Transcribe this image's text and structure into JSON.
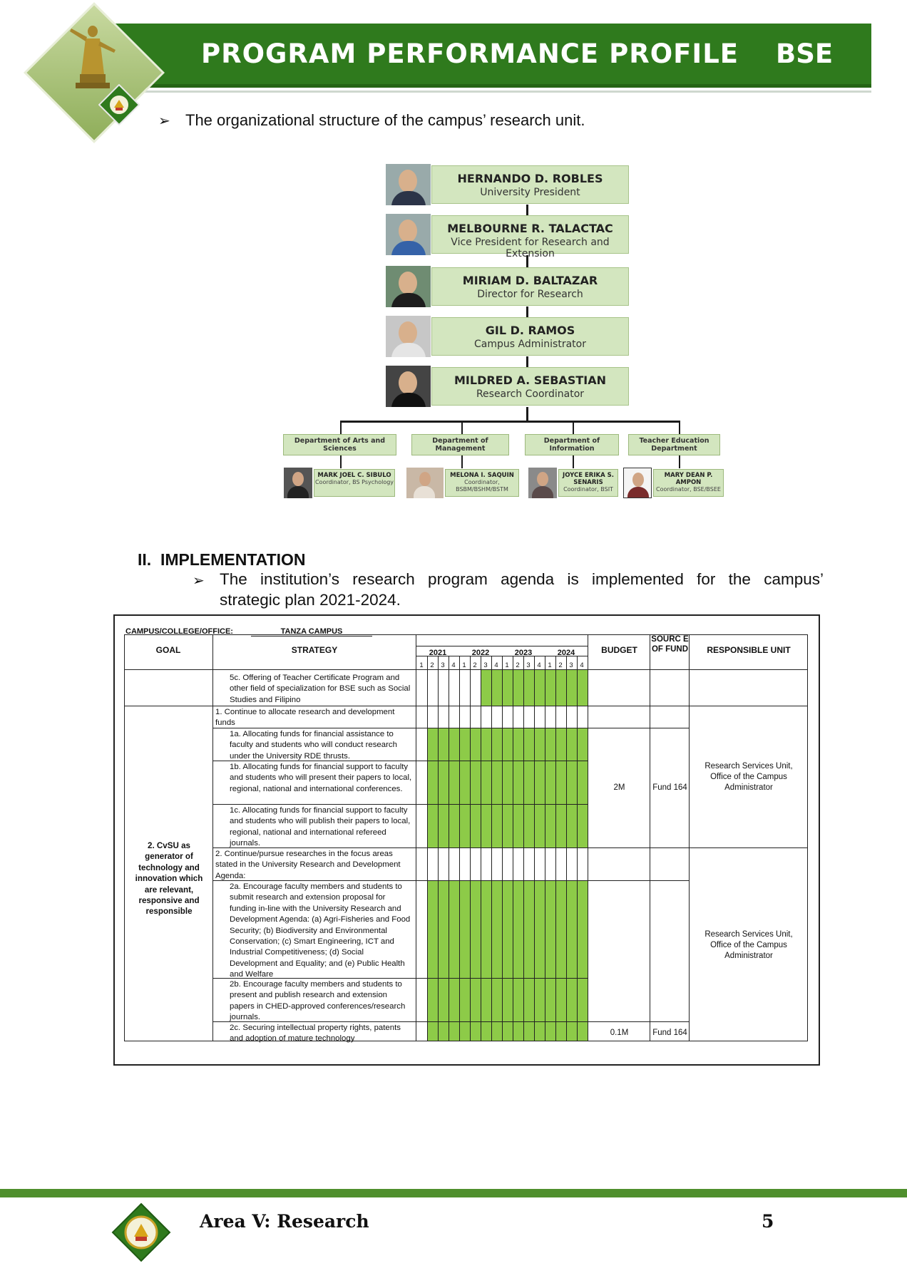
{
  "header": {
    "title": "PROGRAM PERFORMANCE PROFILE",
    "code": "BSE"
  },
  "intro_bullet": "The organizational structure of the campus’ research unit.",
  "org_chart": {
    "people": [
      {
        "name": "HERNANDO D. ROBLES",
        "role": "University President"
      },
      {
        "name": "MELBOURNE R. TALACTAC",
        "role": "Vice President for Research and Extension"
      },
      {
        "name": "MIRIAM D. BALTAZAR",
        "role": "Director for Research"
      },
      {
        "name": "GIL D. RAMOS",
        "role": "Campus Administrator"
      },
      {
        "name": "MILDRED A. SEBASTIAN",
        "role": "Research Coordinator"
      }
    ],
    "departments": [
      {
        "name": "Department of Arts and Sciences",
        "coordinator": "MARK JOEL C. SIBULO",
        "coord_role": "Coordinator, BS Psychology"
      },
      {
        "name": "Department of Management",
        "coordinator": "MELONA I. SAQUIN",
        "coord_role": "Coordinator, BSBM/BSHM/BSTM"
      },
      {
        "name": "Department of Information",
        "coordinator": "JOYCE ERIKA S. SENARIS",
        "coord_role": "Coordinator, BSIT"
      },
      {
        "name": "Teacher Education Department",
        "coordinator": "MARY DEAN P. AMPON",
        "coord_role": "Coordinator, BSE/BSEE"
      }
    ]
  },
  "implementation": {
    "numeral": "II.",
    "heading": "IMPLEMENTATION",
    "text_line1": "The institution’s research program agenda is implemented for the campus’",
    "text_line2": "strategic plan 2021-2024."
  },
  "table": {
    "campus_label": "CAMPUS/COLLEGE/OFFICE:",
    "campus_value": "TANZA CAMPUS",
    "headers": {
      "goal": "GOAL",
      "strategy": "STRATEGY",
      "budget": "BUDGET",
      "source_of_fund": "SOURC E OF FUND",
      "responsible_unit": "RESPONSIBLE UNIT"
    },
    "years": [
      "2021",
      "2022",
      "2023",
      "2024"
    ],
    "quarters": [
      "1",
      "2",
      "3",
      "4"
    ],
    "goal_text": "2. CvSU as generator of technology and innovation which are relevant, responsive and responsible",
    "rows": [
      {
        "strategy": "5c. Offering of Teacher Certificate Program and other field of specialization for BSE such as Social Studies and Filipino"
      },
      {
        "strategy": "1. Continue to allocate research and development funds"
      },
      {
        "strategy": "1a. Allocating funds for financial assistance to faculty and students who will conduct research under the University RDE thrusts."
      },
      {
        "strategy": "1b. Allocating funds for financial support to faculty and students who will present their papers to local, regional, national and international conferences."
      },
      {
        "strategy": "1c. Allocating funds for financial support to faculty and students who will publish their papers to local, regional, national and international refereed journals."
      },
      {
        "strategy": "2. Continue/pursue researches in the focus areas stated in the University Research and Development Agenda:"
      },
      {
        "strategy": "2a. Encourage faculty members and students to submit research and extension proposal for funding in-line with the University Research and Development Agenda: (a) Agri-Fisheries and Food Security; (b) Biodiversity and Environmental Conservation; (c) Smart Engineering, ICT and Industrial Competitiveness; (d) Social Development and Equality; and (e) Public Health and Welfare"
      },
      {
        "strategy": "2b. Encourage faculty members and students to present and publish research and extension papers in CHED-approved conferences/research journals."
      },
      {
        "strategy": "2c. Securing intellectual property rights, patents and adoption of mature technology"
      }
    ],
    "group1": {
      "budget": "2M",
      "fund": "Fund 164",
      "unit": "Research Services Unit, Office of the Campus Administrator"
    },
    "group2": {
      "unit": "Research Services Unit, Office of the Campus Administrator"
    },
    "row_2c": {
      "budget": "0.1M",
      "fund": "Fund 164"
    },
    "colors": {
      "active_quarter": "#8dcb48"
    }
  },
  "footer": {
    "title": "Area V: Research",
    "page": "5"
  }
}
